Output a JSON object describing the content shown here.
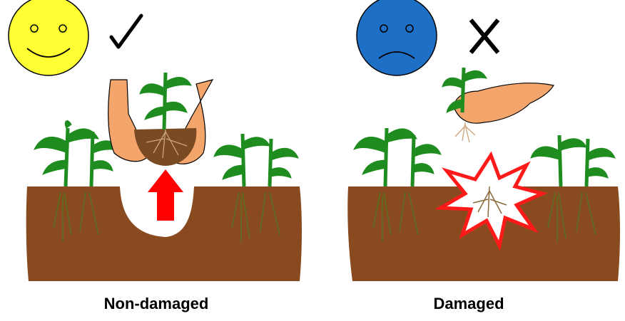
{
  "panels": [
    {
      "caption": "Non-damaged",
      "face": "happy-face",
      "mark": "check-mark",
      "face_color": "#ffff33"
    },
    {
      "caption": "Damaged",
      "face": "sad-face",
      "mark": "x-mark",
      "face_color": "#1e6fc6"
    }
  ],
  "colors": {
    "soil": "#8a4a1f",
    "plant": "#1f8c1f",
    "hand": "#f3a56b",
    "arrow": "#ff0000",
    "burst": "#ff1a1a"
  }
}
